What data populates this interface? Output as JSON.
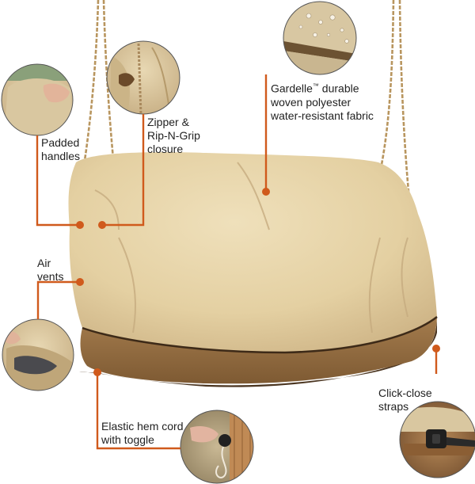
{
  "callouts": {
    "padded_handles": [
      "Padded",
      "handles"
    ],
    "zipper": [
      "Zipper &",
      "Rip-N-Grip",
      "closure"
    ],
    "fabric": {
      "brand": "Gardelle",
      "tm": "™",
      "line1_rest": " durable",
      "line2": "woven polyester",
      "line3": "water-resistant fabric"
    },
    "air_vents": [
      "Air",
      "vents"
    ],
    "elastic_hem": [
      "Elastic hem cord",
      "with toggle"
    ],
    "click_close": [
      "Click-close",
      "straps"
    ]
  },
  "colors": {
    "callout": "#d05a1c",
    "cover_tan": "#e9d7ae",
    "cover_shade": "#cdb488",
    "hem_brown": "#9b7548",
    "chain": "#b8955e"
  }
}
